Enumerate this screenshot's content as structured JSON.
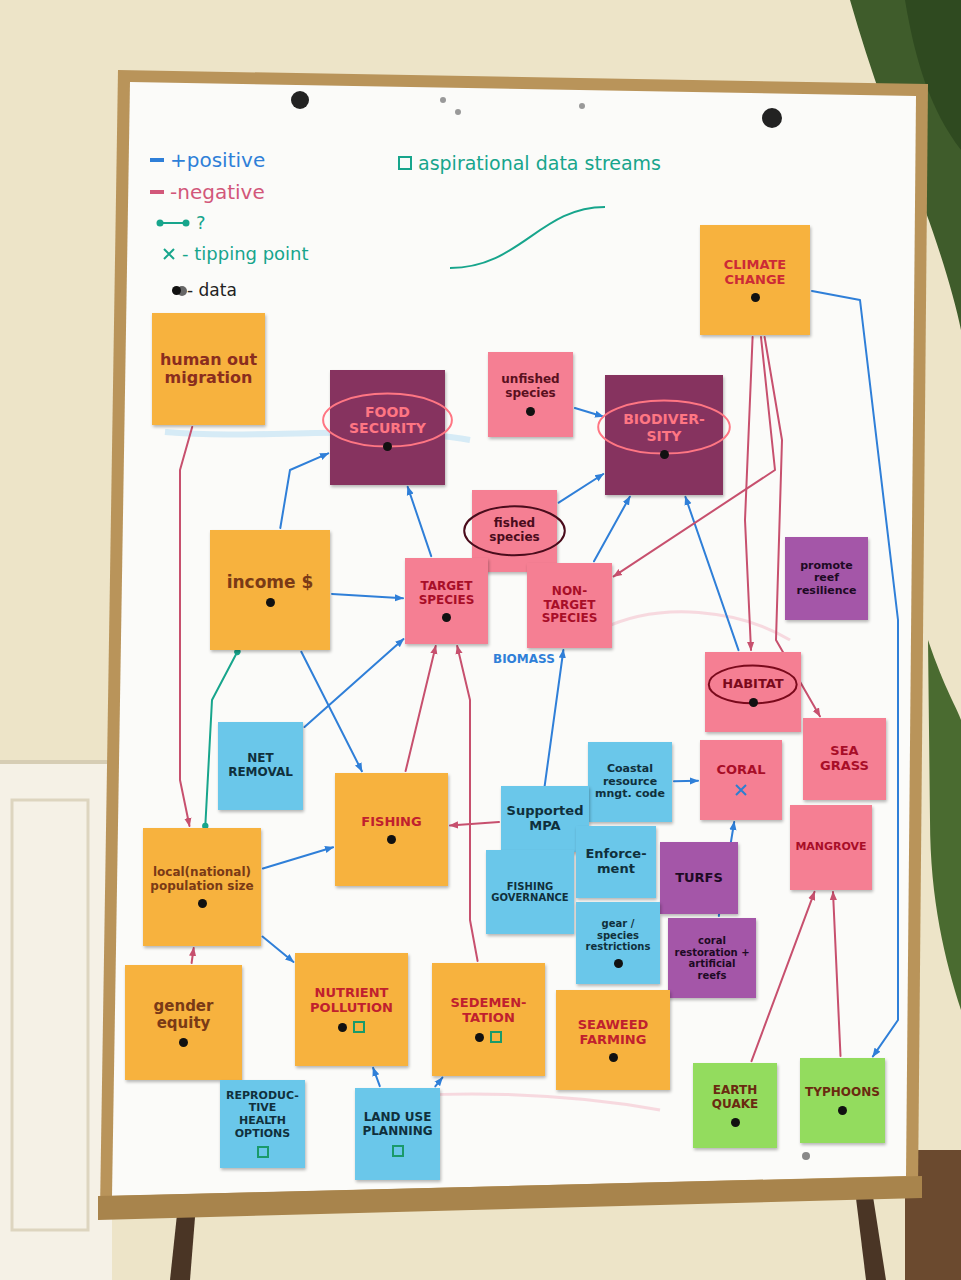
{
  "diagram": {
    "nodes": [
      {
        "text": [
          "CLIMATE CHANGE"
        ]
      },
      {
        "text": [
          "human out migration"
        ]
      },
      {
        "text": [
          "unfished species"
        ]
      },
      {
        "text": [
          "FOOD SECURITY"
        ]
      },
      {
        "text": [
          "BIODIVER- SITY"
        ]
      },
      {
        "text": [
          "fished species"
        ]
      },
      {
        "text": [
          "income $"
        ]
      },
      {
        "text": [
          "TARGET SPECIES"
        ]
      },
      {
        "text": [
          "NON- TARGET SPECIES"
        ]
      },
      {
        "text": [
          "promote reef resilience"
        ]
      },
      {
        "text": [
          "NET REMOVAL"
        ]
      },
      {
        "text": [
          "HABITAT"
        ]
      },
      {
        "text": [
          "CORAL"
        ]
      },
      {
        "text": [
          "SEA GRASS"
        ]
      },
      {
        "text": [
          "FISHING"
        ]
      },
      {
        "text": [
          "Coastal resource mngt. code"
        ]
      },
      {
        "text": [
          "Supported MPA"
        ]
      },
      {
        "text": [
          "MANGROVE"
        ]
      },
      {
        "text": [
          "local(national) population size"
        ]
      },
      {
        "text": [
          "FISHING GOVERNANCE"
        ]
      },
      {
        "text": [
          "Enforce- ment"
        ]
      },
      {
        "text": [
          "TURFS"
        ]
      },
      {
        "text": [
          "gear / species restrictions"
        ]
      },
      {
        "text": [
          "coral restoration + artificial reefs"
        ]
      },
      {
        "text": [
          "gender equity"
        ]
      },
      {
        "text": [
          "NUTRIENT POLLUTION"
        ]
      },
      {
        "text": [
          "SEDEMEN- TATION"
        ]
      },
      {
        "text": [
          "SEAWEED FARMING"
        ]
      },
      {
        "text": [
          "REPRODUC- TIVE HEALTH OPTIONS"
        ]
      },
      {
        "text": [
          "LAND USE PLANNING"
        ]
      },
      {
        "text": [
          "EARTH QUAKE"
        ]
      },
      {
        "text": [
          "TYPHOONS"
        ]
      }
    ],
    "edges": [
      {
        "from": 2,
        "to": 4,
        "arrow": "to"
      },
      {
        "from": 6,
        "to": 3,
        "arrow": "to"
      },
      {
        "from": 7,
        "to": 3,
        "arrow": "to"
      },
      {
        "from": 5,
        "to": 4,
        "arrow": "to"
      },
      {
        "from": 8,
        "to": 4,
        "arrow": "to"
      },
      {
        "from": 11,
        "to": 4,
        "arrow": "to"
      },
      {
        "from": 0,
        "to": 31,
        "arrow": "to"
      },
      {
        "from": 0,
        "to": 8,
        "arrow": "to"
      },
      {
        "from": 0,
        "to": 11,
        "arrow": "to"
      },
      {
        "from": 0,
        "to": 13,
        "arrow": "to"
      },
      {
        "from": 1,
        "to": 18,
        "arrow": "to"
      },
      {
        "from": 6,
        "to": 14,
        "arrow": "to"
      },
      {
        "from": 6,
        "to": 7,
        "arrow": "to"
      },
      {
        "from": 10,
        "to": 7,
        "arrow": "to"
      },
      {
        "from": 14,
        "to": 7,
        "arrow": "to"
      },
      {
        "from": 18,
        "to": 14,
        "arrow": "to"
      },
      {
        "from": 18,
        "to": 25,
        "arrow": "to"
      },
      {
        "from": 24,
        "to": 18,
        "arrow": "to"
      },
      {
        "from": 28,
        "to": 24,
        "arrow": "to"
      },
      {
        "from": 16,
        "to": 14,
        "arrow": "to"
      },
      {
        "from": 15,
        "to": 12,
        "arrow": "to"
      },
      {
        "from": 19,
        "to": 8,
        "arrow": "to"
      },
      {
        "from": 26,
        "to": 7,
        "arrow": "to"
      },
      {
        "from": 29,
        "to": 26,
        "arrow": "to"
      },
      {
        "from": 29,
        "to": 25,
        "arrow": "to"
      },
      {
        "from": 30,
        "to": 17,
        "arrow": "to"
      },
      {
        "from": 31,
        "to": 17,
        "arrow": "to"
      },
      {
        "from": 23,
        "to": 12,
        "arrow": "to"
      },
      {
        "from": 6,
        "to": 18,
        "arrow": "none"
      }
    ],
    "labels": [
      "BIOMASS"
    ],
    "legend": [
      {
        "text": "+positive",
        "color": "#2f7fd8"
      },
      {
        "text": "-negative",
        "color": "#d2577a"
      },
      {
        "text": "?"
      },
      {
        "text": "- tipping point"
      },
      {
        "text": "- data"
      },
      {
        "text": "aspirational data streams"
      }
    ]
  }
}
